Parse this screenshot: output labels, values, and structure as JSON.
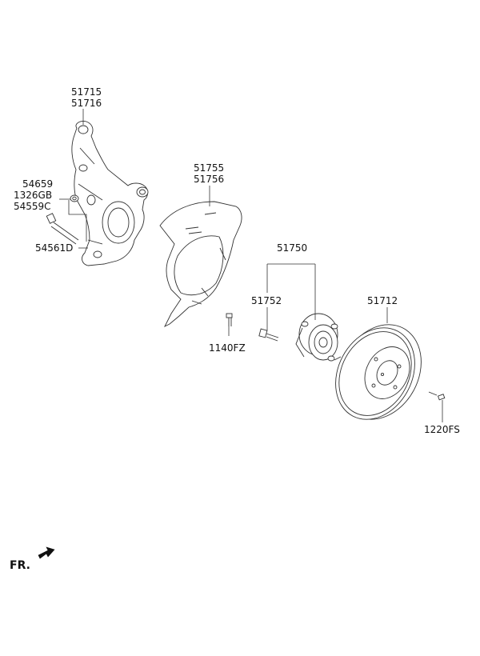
{
  "labels": {
    "knuckle_1": "51715",
    "knuckle_2": "51716",
    "nut_1": "54659",
    "nut_2": "1326GB",
    "nut_3": "54559C",
    "bolt_knuckle": "54561D",
    "dust_cover_1": "51755",
    "dust_cover_2": "51756",
    "screw_cover": "1140FZ",
    "hub_assy": "51750",
    "hub_bolt": "51752",
    "disc": "51712",
    "screw_disc": "1220FS"
  },
  "front_indicator": "FR."
}
